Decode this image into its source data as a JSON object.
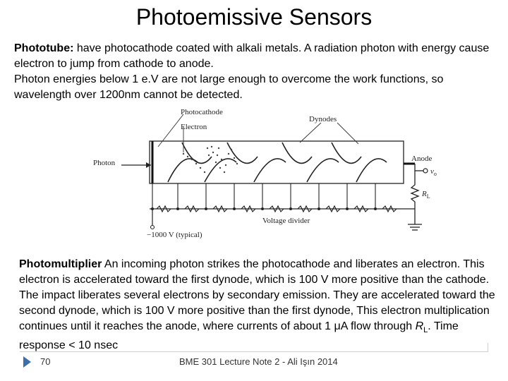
{
  "slide": {
    "title": "Photoemissive Sensors",
    "intro": {
      "heading": "Phototube:",
      "p1": " have photocathode coated with alkali metals. A radiation photon with energy cause electron to jump from cathode to anode.",
      "p2": "Photon energies below 1 e.V are not large enough to overcome the work functions, so wavelength over 1200nm cannot be detected."
    },
    "figure": {
      "label_photocathode": "Photocathode",
      "label_electron": "Electron",
      "label_dynodes": "Dynodes",
      "label_photon": "Photon",
      "label_anode": "Anode",
      "label_vo": "v",
      "label_vo_sub": "o",
      "label_rl": "R",
      "label_rl_sub": "L",
      "label_voltage": "Voltage divider",
      "label_supply": "−1000 V (typical)"
    },
    "photomultiplier": {
      "heading": "Photomultiplier",
      "text_a": "  An incoming photon strikes the photocathode and liberates an electron. This electron is accelerated toward the first dynode, which is 100 V more positive than the cathode. The impact liberates several electrons by secondary emission. They are accelerated toward the second dynode, which is 100 V more positive than the first dynode, This electron multiplication continues until it reaches the anode, where currents of about 1 ",
      "mu": "μ",
      "text_b": "A flow through ",
      "rl": "R",
      "rl_sub": "L",
      "text_c": ". Time response < 10 nsec"
    },
    "footer": {
      "page_number": "70",
      "text": "BME 301 Lecture Note 2 - Ali Işın 2014"
    }
  }
}
